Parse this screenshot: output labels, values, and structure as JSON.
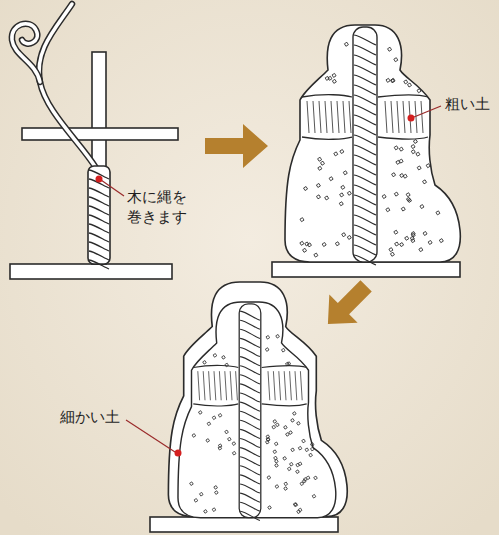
{
  "diagram": {
    "labels": [
      "木に縄を巻きます",
      "粗い土",
      "細かい土"
    ]
  }
}
